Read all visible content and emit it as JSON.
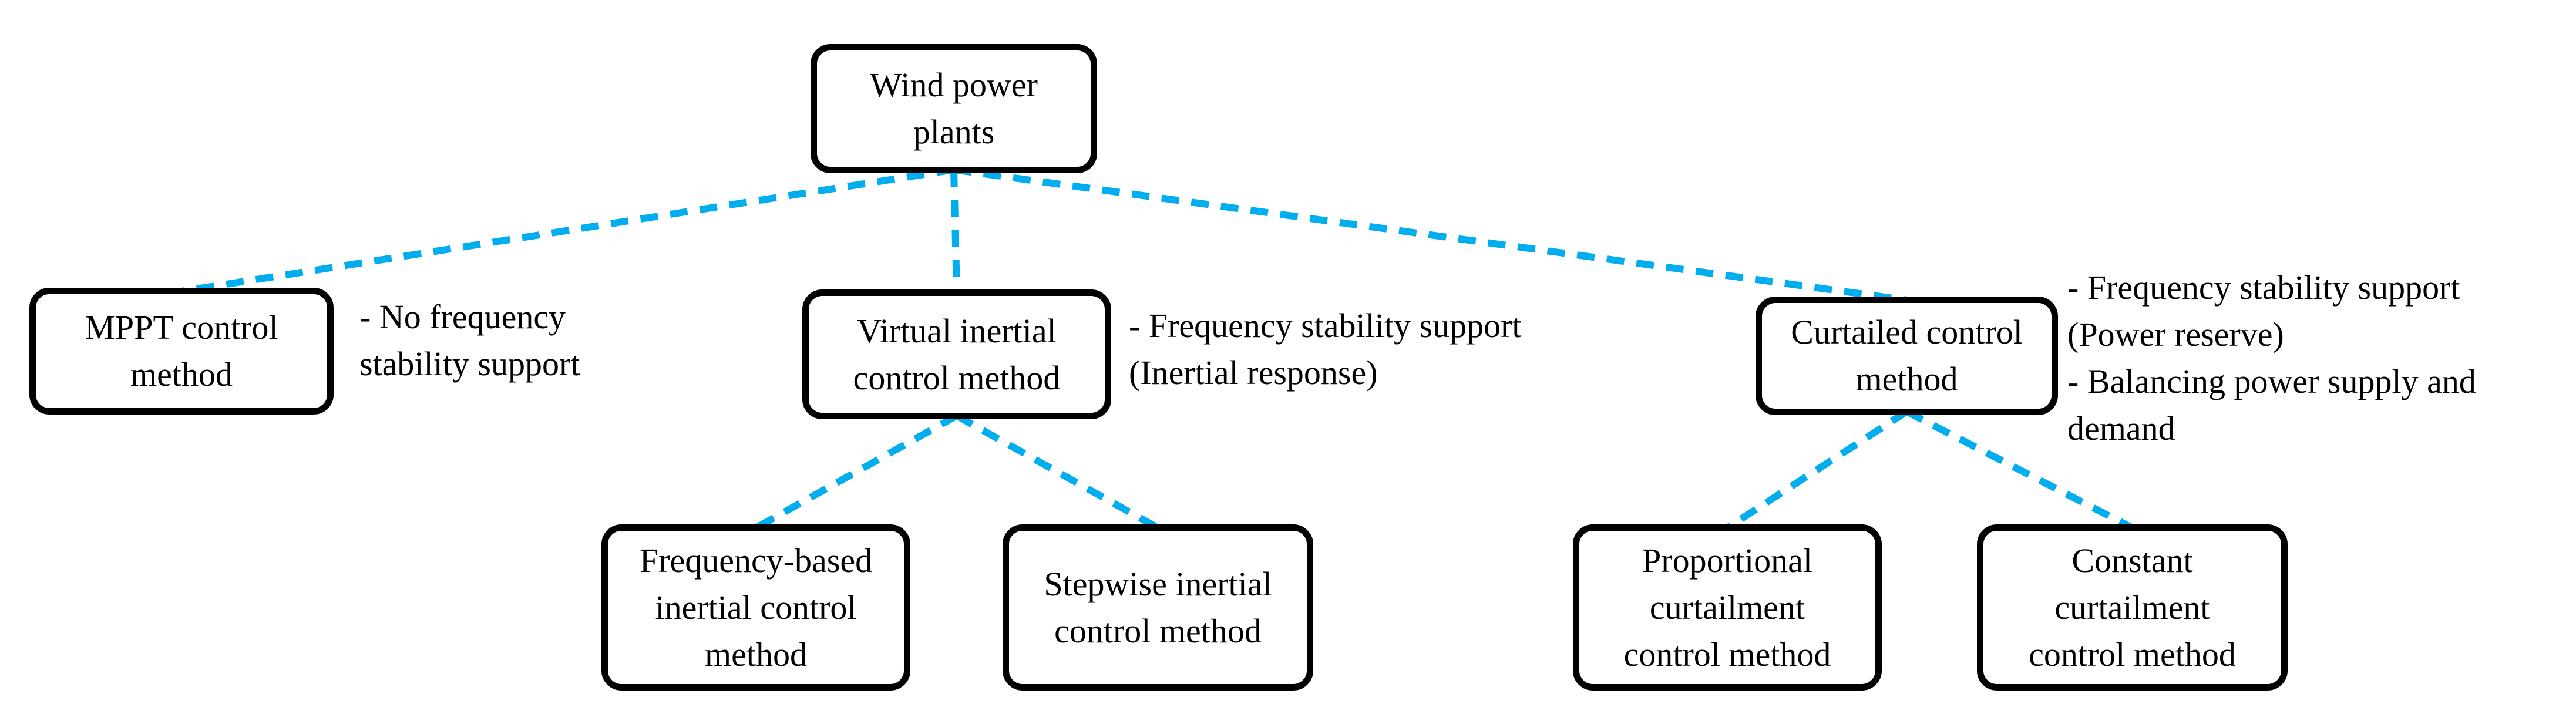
{
  "nodes": {
    "root": {
      "label": "Wind power\nplants"
    },
    "mppt": {
      "label": "MPPT control\nmethod"
    },
    "virtual": {
      "label": "Virtual inertial\ncontrol method"
    },
    "curtailed": {
      "label": "Curtailed control\nmethod"
    },
    "freq": {
      "label": "Frequency-based\ninertial control\nmethod"
    },
    "stepwise": {
      "label": "Stepwise inertial\ncontrol method"
    },
    "prop": {
      "label": "Proportional\ncurtailment\ncontrol method"
    },
    "const": {
      "label": "Constant\ncurtailment\ncontrol method"
    }
  },
  "annotations": {
    "mppt": {
      "text": "- No frequency\nstability support"
    },
    "virtual": {
      "text": "- Frequency stability support\n(Inertial response)"
    },
    "curtailed": {
      "text": "- Frequency stability support\n(Power reserve)\n- Balancing power supply and\ndemand"
    }
  },
  "edges": [
    {
      "from": "root",
      "to": "mppt"
    },
    {
      "from": "root",
      "to": "virtual"
    },
    {
      "from": "root",
      "to": "curtailed"
    },
    {
      "from": "virtual",
      "to": "freq"
    },
    {
      "from": "virtual",
      "to": "stepwise"
    },
    {
      "from": "curtailed",
      "to": "prop"
    },
    {
      "from": "curtailed",
      "to": "const"
    }
  ],
  "style": {
    "connector_color": "#00AEEF",
    "box_border_color": "#000000",
    "background": "#FFFFFF",
    "text_color": "#000000"
  }
}
